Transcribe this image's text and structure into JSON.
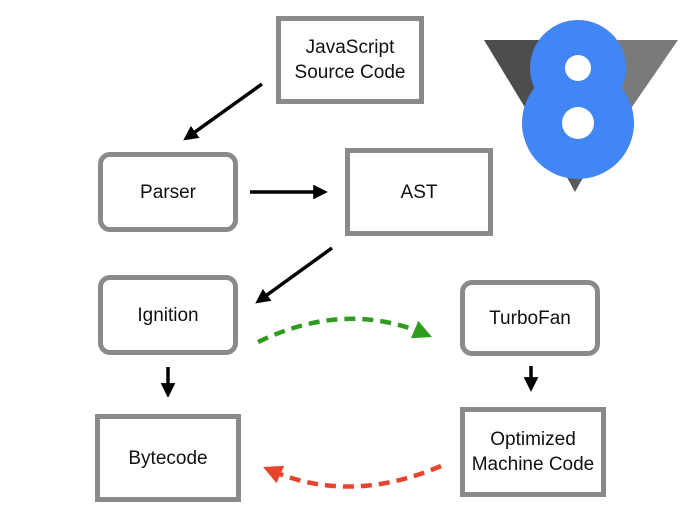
{
  "diagram": {
    "nodes": {
      "source_code": {
        "line1": "JavaScript",
        "line2": "Source Code"
      },
      "parser": {
        "label": "Parser"
      },
      "ast": {
        "label": "AST"
      },
      "ignition": {
        "label": "Ignition"
      },
      "turbofan": {
        "label": "TurboFan"
      },
      "bytecode": {
        "label": "Bytecode"
      },
      "optimized": {
        "line1": "Optimized",
        "line2": "Machine Code"
      }
    },
    "edges": [
      {
        "from": "source_code",
        "to": "parser",
        "style": "solid"
      },
      {
        "from": "parser",
        "to": "ast",
        "style": "solid"
      },
      {
        "from": "ast",
        "to": "ignition",
        "style": "solid"
      },
      {
        "from": "ignition",
        "to": "bytecode",
        "style": "solid"
      },
      {
        "from": "ignition",
        "to": "turbofan",
        "style": "dashed",
        "color": "#2e9c1e"
      },
      {
        "from": "turbofan",
        "to": "optimized",
        "style": "solid"
      },
      {
        "from": "optimized",
        "to": "bytecode",
        "style": "dashed",
        "color": "#e8432d"
      }
    ],
    "colors": {
      "node_border": "#8a8a8a",
      "arrow": "#000000",
      "optimize_arrow": "#2e9c1e",
      "deoptimize_arrow": "#e8432d",
      "logo_blue": "#4285f4",
      "logo_dark_gray": "#4d4d4d",
      "logo_light_gray": "#7a7a7a"
    },
    "logo": {
      "icon": "v8-logo-icon",
      "text": "8"
    }
  }
}
